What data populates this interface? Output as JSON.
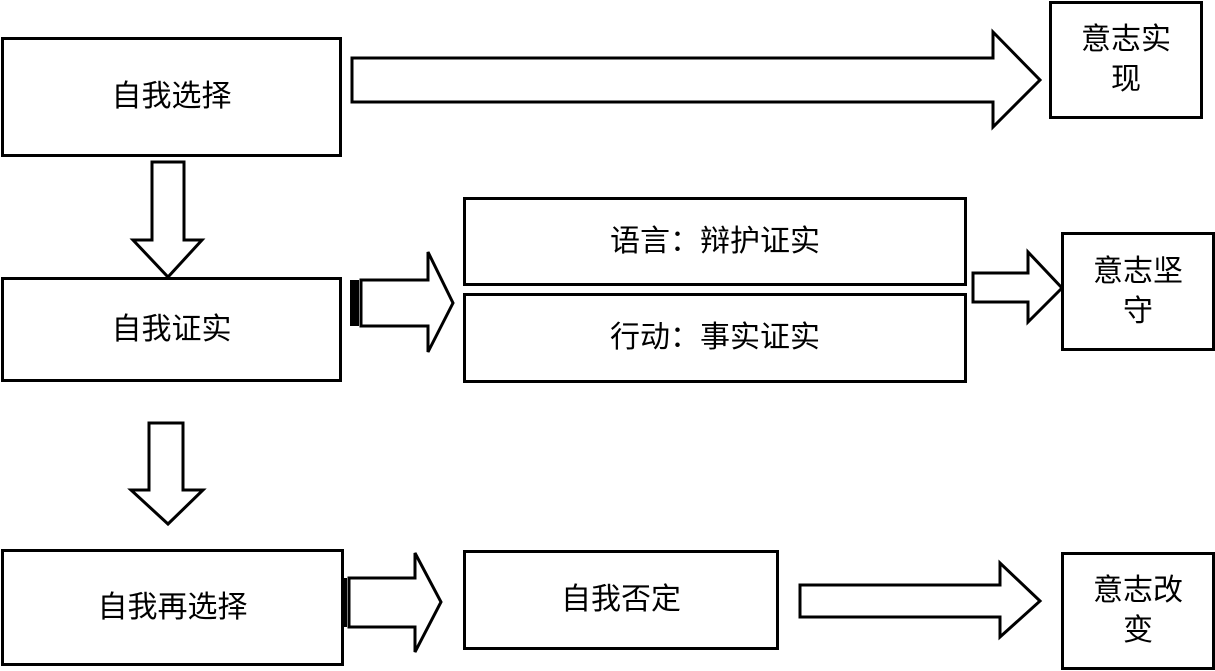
{
  "nodes": {
    "self_choice": "自我选择",
    "self_verification": "自我证实",
    "self_rechoice": "自我再选择",
    "language_defense": "语言：辩护证实",
    "action_verification": "行动：事实证实",
    "self_negation": "自我否定",
    "will_realization": "意志实现",
    "will_persistence": "意志坚守",
    "will_change": "意志改变"
  }
}
